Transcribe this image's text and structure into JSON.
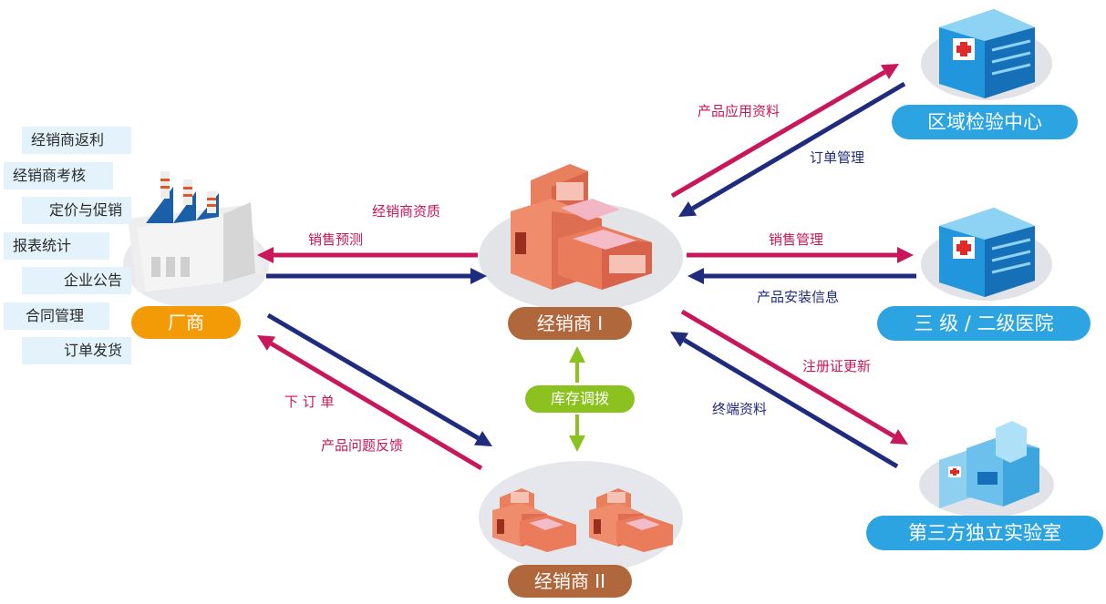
{
  "factory_tags": [
    "经销商返利",
    "经销商考核",
    "定价与促销",
    "报表统计",
    "企业公告",
    "合同管理",
    "订单发货"
  ],
  "nodes": {
    "manufacturer": "厂商",
    "dealer1": "经销商 I",
    "dealer2": "经销商 II",
    "inventory": "库存调拨",
    "regional_lab": "区域检验中心",
    "hospital": "三 级 /   二级医院",
    "third_party_lab": "第三方独立实验室"
  },
  "flows": {
    "dealer_qualification": "经销商资质",
    "sales_forecast": "销售预测",
    "place_order": "下 订 单",
    "product_feedback": "产品问题反馈",
    "product_application": "产品应用资料",
    "order_management": "订单管理",
    "sales_management": "销售管理",
    "installation_info": "产品安装信息",
    "registration_update": "注册证更新",
    "terminal_data": "终端资料"
  },
  "colors": {
    "red_arrow": "#c8175a",
    "navy_arrow": "#1f2b7c",
    "green_arrow": "#8cc21f",
    "orange": "#f39a07",
    "brown": "#b1673c",
    "blue": "#2da4e2"
  }
}
